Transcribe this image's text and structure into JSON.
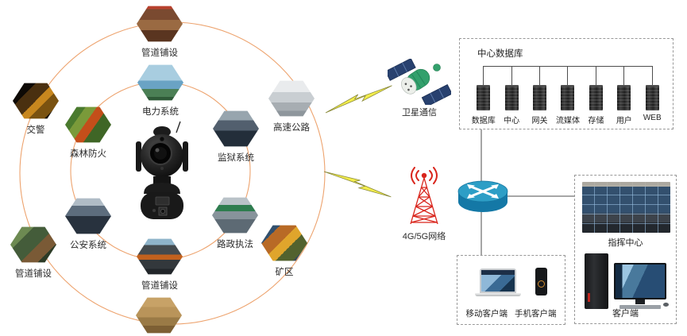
{
  "scene": {
    "left_cluster": {
      "center_image": "ptz-dome-camera",
      "hexagons": [
        {
          "label": "管道铺设",
          "image": "pipeline-trench-photo"
        },
        {
          "label": "电力系统",
          "image": "powerline-workers-photo"
        },
        {
          "label": "交警",
          "image": "traffic-police-night-photo"
        },
        {
          "label": "森林防火",
          "image": "forest-fire-fighting-photo"
        },
        {
          "label": "监狱系统",
          "image": "prison-guards-photo"
        },
        {
          "label": "高速公路",
          "image": "highway-photo"
        },
        {
          "label": "公安系统",
          "image": "police-formation-photo"
        },
        {
          "label": "管道铺设",
          "image": "pipeline-field-survey-photo"
        },
        {
          "label": "路政执法",
          "image": "road-enforcement-photo"
        },
        {
          "label": "管道铺设",
          "image": "firefighters-photo"
        },
        {
          "label": "矿区",
          "image": "mining-machinery-photo"
        },
        {
          "label": "",
          "image": "excavator-photo"
        }
      ]
    },
    "uplinks": {
      "satellite": {
        "label": "卫星通信",
        "icon": "satellite-icon"
      },
      "cellular": {
        "label": "4G/5G网络",
        "icon": "cell-tower-icon"
      }
    },
    "datacenter": {
      "title": "中心数据库",
      "servers": [
        {
          "label": "数据库"
        },
        {
          "label": "中心"
        },
        {
          "label": "网关"
        },
        {
          "label": "流媒体"
        },
        {
          "label": "存储"
        },
        {
          "label": "用户"
        },
        {
          "label": "WEB"
        }
      ]
    },
    "network": {
      "router_icon": "router-icon"
    },
    "command_client_box": {
      "command_center": {
        "label": "指挥中心",
        "image": "control-room-video-wall-photo"
      },
      "client": {
        "label": "客户端",
        "image": "desktop-workstation-photo"
      }
    },
    "mobile_box": {
      "mobile_client": {
        "label": "移动客户端",
        "image": "laptop-photo"
      },
      "phone_client": {
        "label": "手机客户端",
        "image": "smartphone-photo"
      }
    },
    "colors": {
      "orbit_orange": "#EDA36E",
      "bolt_yellow": "#F3ED4C",
      "tower_red": "#D9251C",
      "router_blue_top": "#2D9EC6",
      "router_blue_body": "#1478A6",
      "satellite_green": "#33A06C",
      "solar_panel_blue": "#28416F",
      "line_gray": "#4D4D4D",
      "dash_border_gray": "#999999"
    }
  }
}
